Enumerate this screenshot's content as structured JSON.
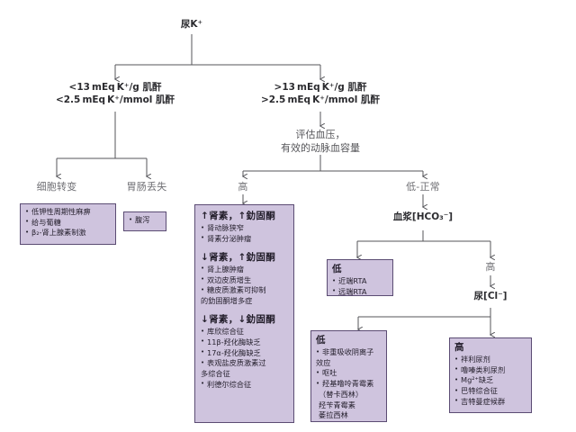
{
  "diagram": {
    "title_node": "尿K⁺",
    "left_branch": {
      "criteria_line1": "<13 mEq K⁺/g 肌酐",
      "criteria_line2": "<2.5 mEq K⁺/mmol 肌酐",
      "nodes": [
        {
          "label": "细胞转变"
        },
        {
          "label": "胃肠丢失"
        }
      ],
      "boxes": [
        {
          "header": "",
          "items": [
            "低钾性周期性麻痹",
            "给与葡糖",
            "β₂-肾上腺素制激"
          ]
        },
        {
          "header": "",
          "items": [
            "腹泻"
          ]
        }
      ]
    },
    "right_branch": {
      "criteria_line1": ">13 mEq K⁺/g 肌酐",
      "criteria_line2": ">2.5 mEq K⁺/mmol 肌酐",
      "assess_line1": "评估血压，",
      "assess_line2": "有效的动脉血容量",
      "high_label": "高",
      "low_normal_label": "低-正常",
      "plasma_hco3_label": "血浆[HCO₃⁻]",
      "hco3_low_label": "低",
      "hco3_high_label": "高",
      "urine_cl_label": "尿[Cl⁻]",
      "cl_low_label": "低",
      "cl_high_label": "高"
    },
    "boxes": {
      "hypertension": {
        "groups": [
          {
            "header": "↑肾素，↑釛固酮",
            "items": [
              "肾动脉狭窄",
              "肾素分泌肿瘤"
            ]
          },
          {
            "header": "↓肾素，↑釛固酮",
            "items": [
              "肾上腺肿瘤",
              "双边皮质增生",
              "糖皮质激素可抑制",
              "的釛固酮增多症"
            ]
          },
          {
            "header": "↓肾素，↓釛固酮",
            "items": [
              "库欣综合征",
              "11β-羟化酶缺乏",
              "17α-羟化酶缺乏",
              "表观盐皮质激素过",
              "多综合征",
              "利德尔综合征"
            ]
          }
        ]
      },
      "rta": {
        "header": "低",
        "items": [
          "近端RTA",
          "远端RTA"
        ]
      },
      "urine_cl_low": {
        "header": "低",
        "items": [
          "非重吸收阴离子",
          "效应",
          "呕吐",
          "羟基噜呤青霉素",
          "（替卡西林）",
          "羟苄青霉素",
          "萎拉西林"
        ]
      },
      "urine_cl_high": {
        "header": "高",
        "items": [
          "袢利尿剂",
          "噜嗪类利尿剂",
          "Mg²⁺缺乏",
          "巴特综合征",
          "吉特曼症候群"
        ]
      }
    },
    "colors": {
      "box_fill": "#cfc4de",
      "box_border": "#5b4c73",
      "line": "#55555a",
      "text_grey": "#6f6f74",
      "text_dark": "#231f20"
    }
  }
}
